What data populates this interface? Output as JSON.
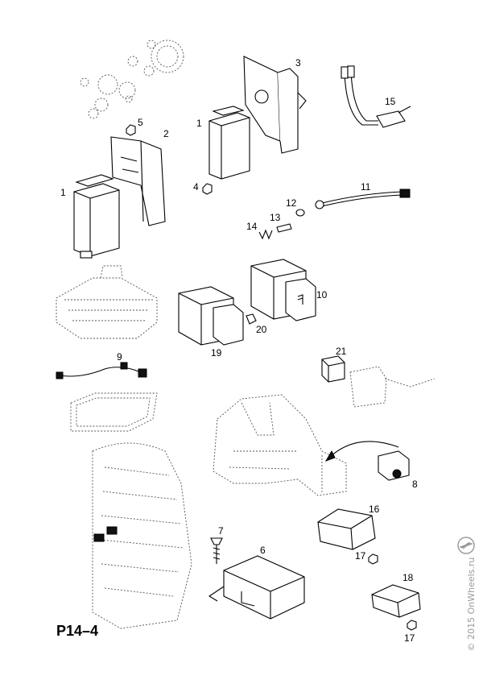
{
  "page_code": "P14–4",
  "watermark": "© 2015 OnWheels.ru",
  "watermark_logo": "opel-logo",
  "callouts": {
    "c1a": "1",
    "c1b": "1",
    "c2": "2",
    "c3": "3",
    "c4": "4",
    "c5": "5",
    "c6": "6",
    "c7": "7",
    "c8": "8",
    "c9": "9",
    "c10": "10",
    "c11": "11",
    "c12": "12",
    "c13": "13",
    "c14": "14",
    "c15": "15",
    "c16": "16",
    "c17a": "17",
    "c17b": "17",
    "c18": "18",
    "c19": "19",
    "c20": "20",
    "c21": "21"
  }
}
